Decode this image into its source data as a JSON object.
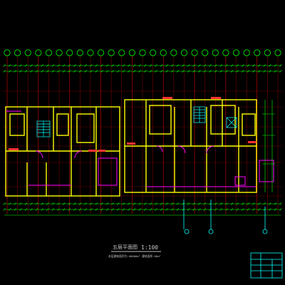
{
  "drawing": {
    "title": "五层平面图",
    "scale": "1:100",
    "note": "本层建筑面积为:00000m²  建筑面积:00m²"
  },
  "axis_bubble_count": 27,
  "palette": {
    "background": "#000000",
    "wall": "#ffff00",
    "grid": "#ff0000",
    "door": "#ff00ff",
    "stair": "#00ffff",
    "dimension": "#00ff00",
    "room_label": "#ffffff",
    "title_block": "#00ffff"
  }
}
